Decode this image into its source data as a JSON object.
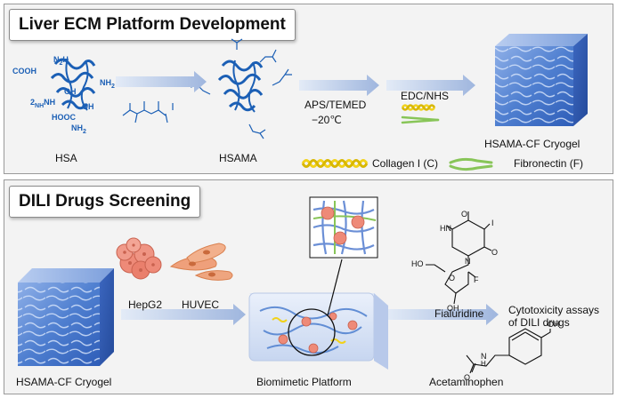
{
  "top_panel": {
    "title": "Liver ECM Platform Development",
    "hsa": {
      "label": "HSA",
      "groups": [
        "COOH",
        "NH",
        "2",
        "NH",
        "2",
        "OH",
        "NH",
        "2",
        "HOOC",
        "OH",
        "NH",
        "2",
        "H",
        "2",
        "N"
      ]
    },
    "hsama": {
      "label": "HSAMA"
    },
    "step1": {
      "line1": "APS/TEMED",
      "line2": "−20℃"
    },
    "step2": {
      "label": "EDC/NHS"
    },
    "product": {
      "label": "HSAMA-CF Cryogel"
    },
    "legend": {
      "collagen": "Collagen I (C)",
      "fibronectin": "Fibronectin  (F)"
    },
    "colors": {
      "protein": "#1b5fb5",
      "collagen": "#f2d21b",
      "fibronectin": "#88c558",
      "arrow": "#b7c8e6"
    }
  },
  "bottom_panel": {
    "title": "DILI Drugs Screening",
    "cryogel_label": "HSAMA-CF Cryogel",
    "cells": {
      "hepg2": "HepG2",
      "huvec": "HUVEC"
    },
    "platform_label": "Biomimetic Platform",
    "drugs": [
      {
        "name": "Fialuridine",
        "atoms": [
          "O",
          "O",
          "I",
          "HN",
          "N",
          "O",
          "HO",
          "F",
          "OH"
        ]
      },
      {
        "name": "Acetaminophen",
        "atoms": [
          "OH",
          "N",
          "H",
          "O"
        ]
      }
    ],
    "output": {
      "line1": "Cytotoxicity assays",
      "line2": "of DILI drugs"
    },
    "colors": {
      "hepg2": "#ee8a78",
      "huvec": "#efa07b",
      "cryogel": "#4d7fcf"
    }
  }
}
